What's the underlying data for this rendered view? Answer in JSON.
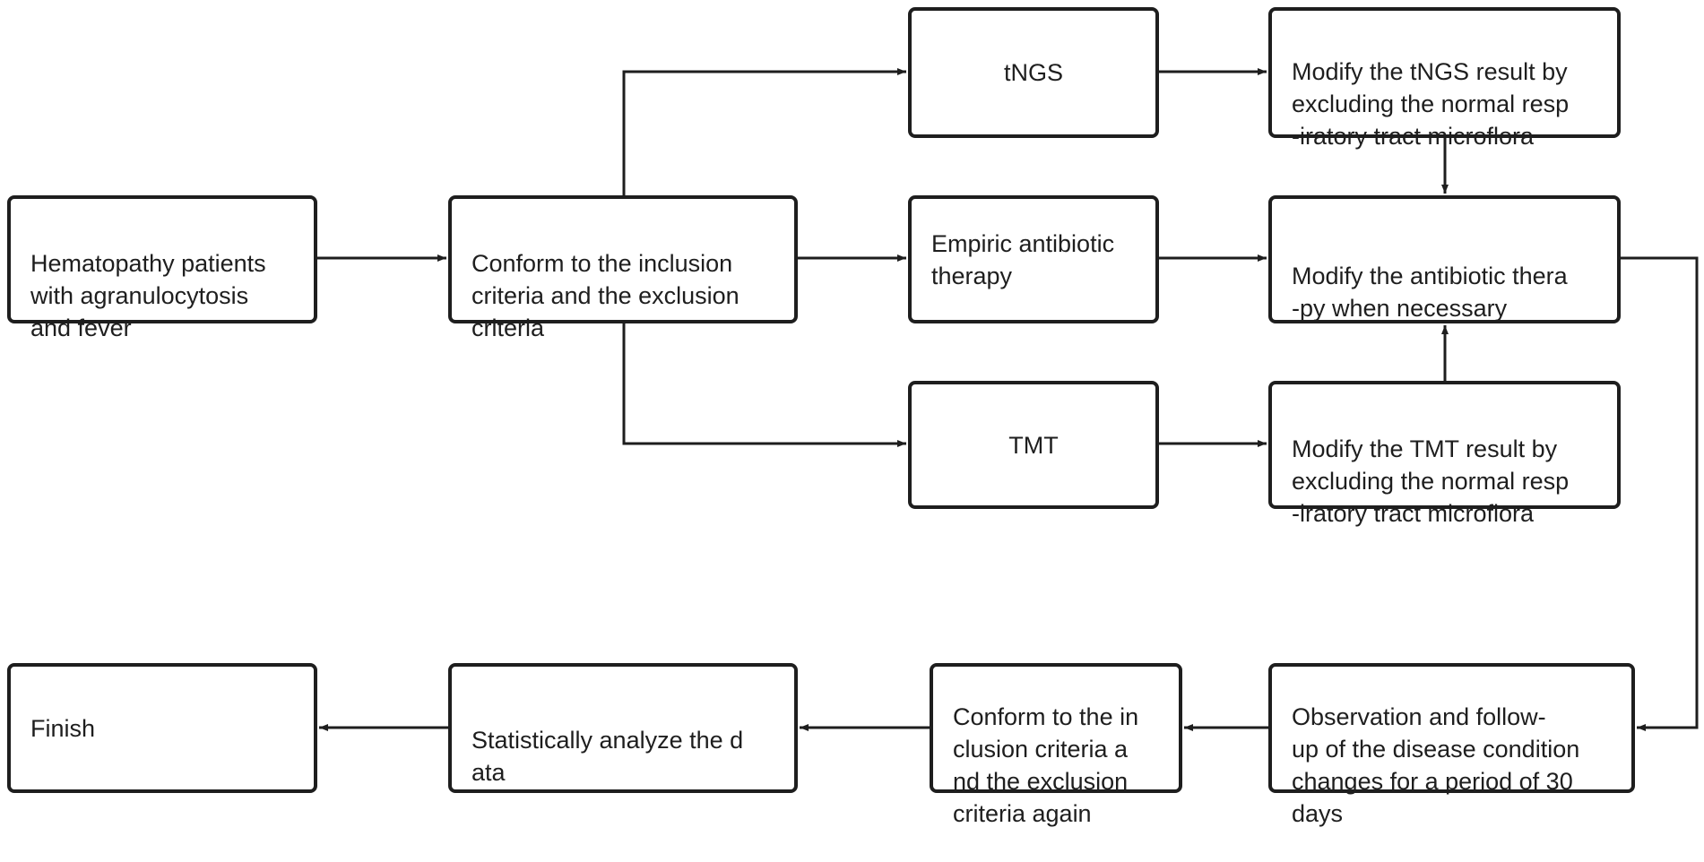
{
  "nodes": {
    "patients": {
      "text": "Hematopathy patients\nwith agranulocytosis\nand fever"
    },
    "conform": {
      "text": "Conform to the inclusion\ncriteria and the exclusion\ncriteria"
    },
    "tngs": {
      "text": "tNGS"
    },
    "empiric": {
      "text": "Empiric antibiotic\ntherapy"
    },
    "tmt": {
      "text": "TMT"
    },
    "modify_tngs": {
      "text": "Modify the tNGS result by\nexcluding the normal resp\n-iratory tract microflora"
    },
    "modify_therapy": {
      "text": "Modify the antibiotic thera\n-py when necessary"
    },
    "modify_tmt": {
      "text": "Modify the TMT result by\nexcluding the normal resp\n-iratory tract microflora"
    },
    "observation": {
      "text": "Observation and follow-\nup of the disease condition\nchanges for a period of 30\ndays"
    },
    "conform_again": {
      "text": "Conform to the in\nclusion criteria a\nnd the exclusion\ncriteria again"
    },
    "statistics": {
      "text": "Statistically analyze the d\nata"
    },
    "finish": {
      "text": "Finish"
    }
  },
  "colors": {
    "stroke": "#1e1e1e",
    "background": "#ffffff"
  }
}
